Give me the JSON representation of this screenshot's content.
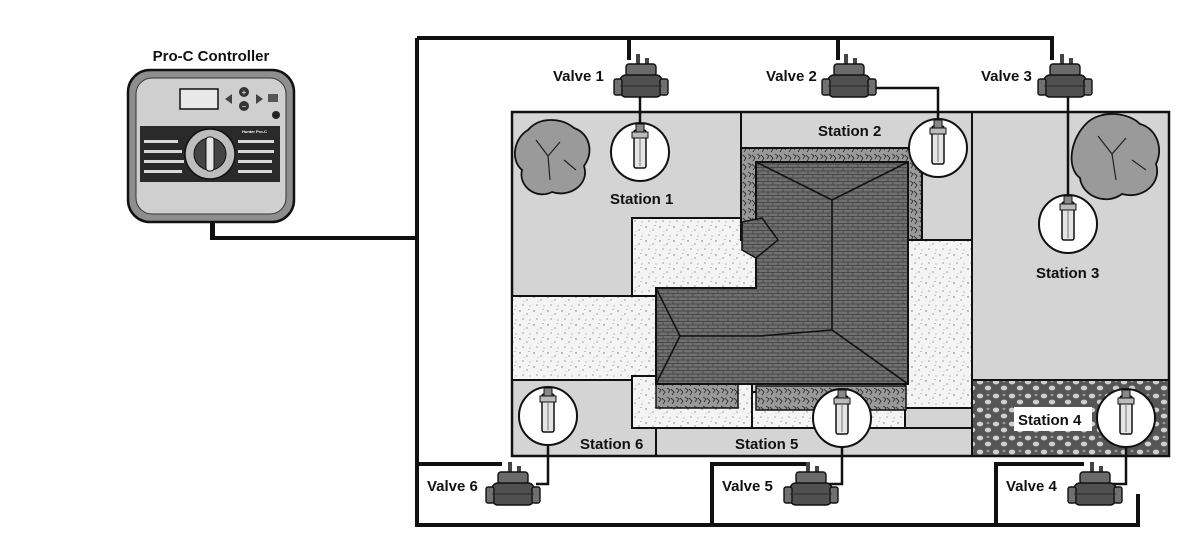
{
  "controller": {
    "title": "Pro-C Controller",
    "brand": "Hunter Pro-C"
  },
  "valves": [
    {
      "label": "Valve 1"
    },
    {
      "label": "Valve 2"
    },
    {
      "label": "Valve 3"
    },
    {
      "label": "Valve 4"
    },
    {
      "label": "Valve 5"
    },
    {
      "label": "Valve 6"
    }
  ],
  "stations": [
    {
      "label": "Station 1"
    },
    {
      "label": "Station 2"
    },
    {
      "label": "Station 3"
    },
    {
      "label": "Station 4"
    },
    {
      "label": "Station 5"
    },
    {
      "label": "Station 6"
    }
  ],
  "colors": {
    "lawn": "#d4d4d4",
    "concrete": "#f2f2f2",
    "roof": "#6e6e6e",
    "shrub_bed": "#5f5f5f",
    "wire": "#111111",
    "valve_body": "#555555",
    "controller_face": "#cfcfcf"
  }
}
